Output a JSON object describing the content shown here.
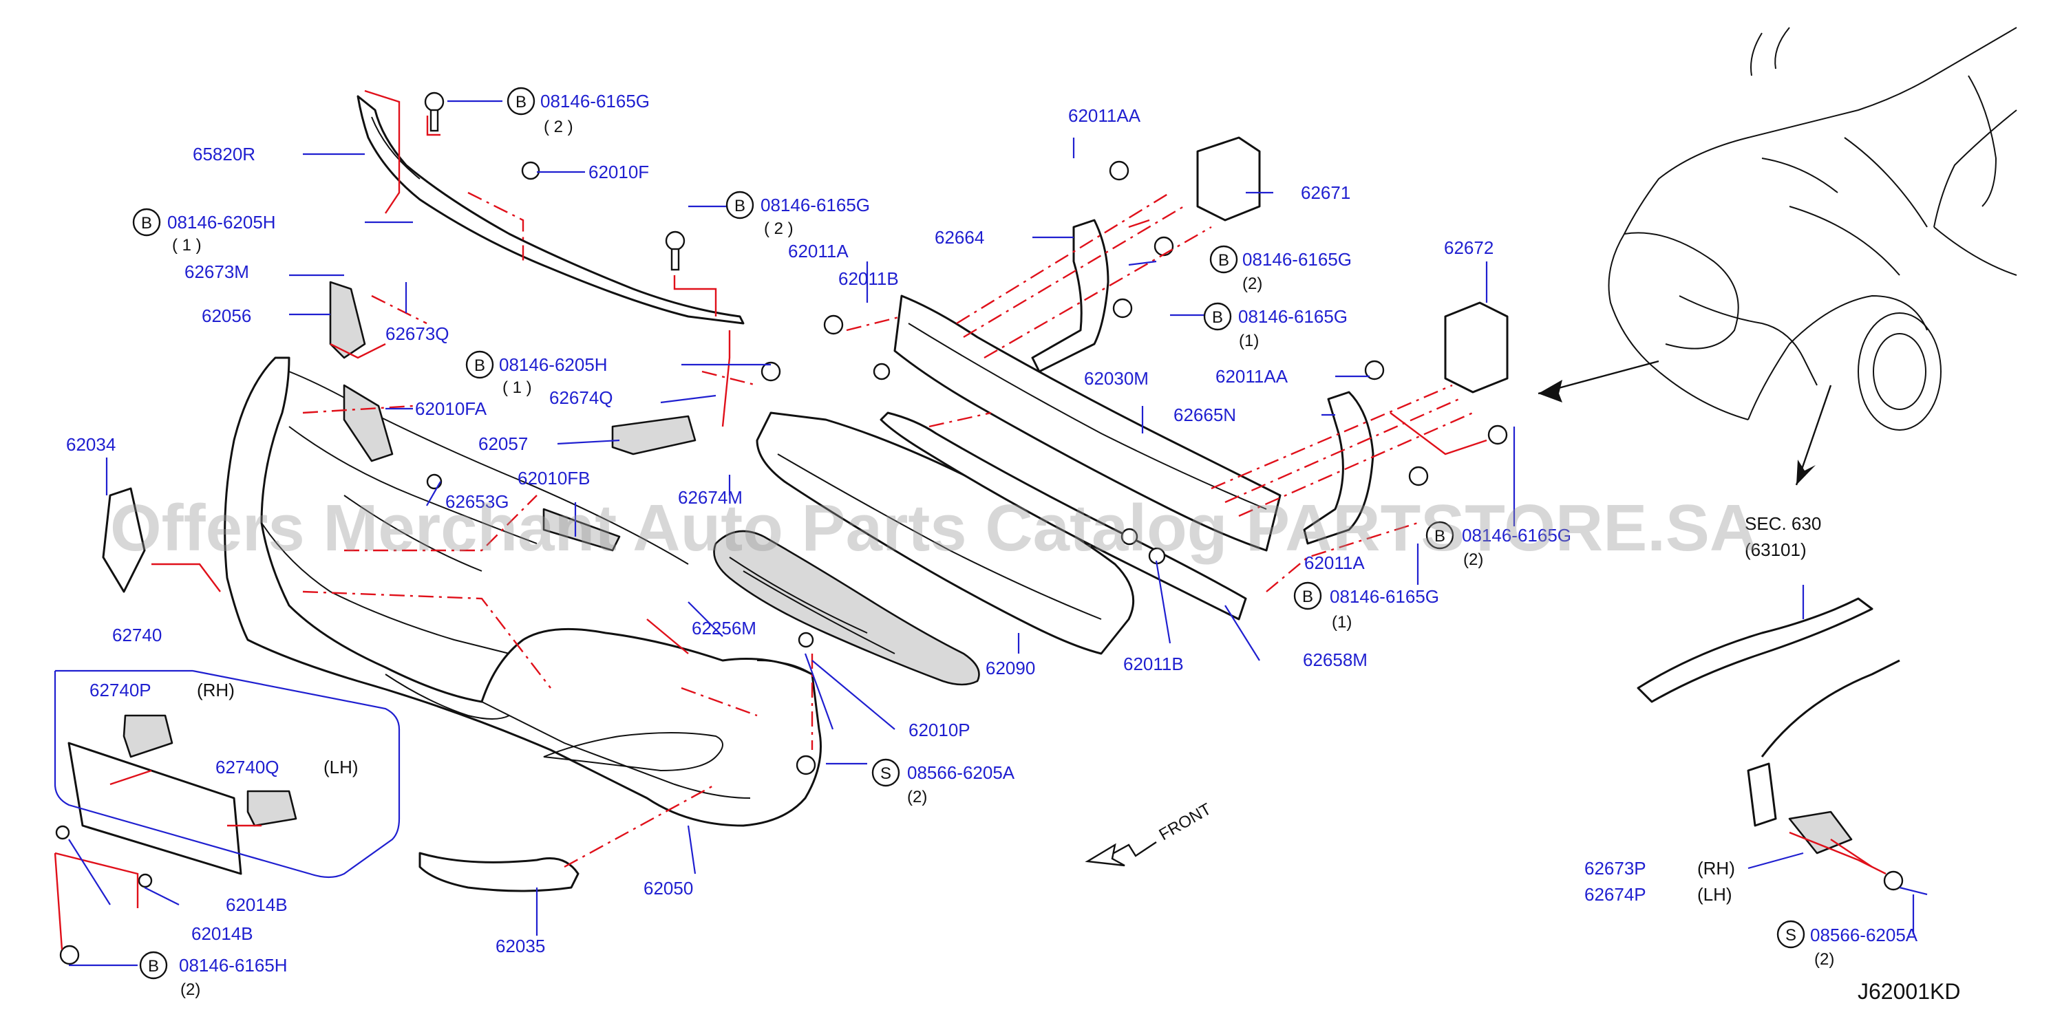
{
  "diagram_id": "J62001KD",
  "watermark": "Offers Merchant Auto Parts Catalog PARTSTORE.SA",
  "direction_label": "FRONT",
  "colors": {
    "part_number": "#1f1fd0",
    "leader": "#1f1fd0",
    "assembly_line": "#e0101a",
    "outline": "#111111"
  },
  "labels": {
    "p65820R": "65820R",
    "b1_pn": "08146-6165G",
    "b1_qty": "( 2 )",
    "p62010F": "62010F",
    "b2_pn": "08146-6165G",
    "b2_qty": "( 2 )",
    "b3_pn": "08146-6205H",
    "b3_qty": "( 1 )",
    "p62673M": "62673M",
    "p62056": "62056",
    "p62673Q": "62673Q",
    "b4_pn": "08146-6205H",
    "b4_qty": "( 1 )",
    "p62674Q": "62674Q",
    "p62010FA": "62010FA",
    "p62057": "62057",
    "p62034": "62034",
    "p62010FB": "62010FB",
    "p62653G": "62653G",
    "p62674M": "62674M",
    "p62256M": "62256M",
    "p62740": "62740",
    "p62740P": "62740P",
    "rh1": "(RH)",
    "p62740Q": "62740Q",
    "lh1": "(LH)",
    "p62014B_1": "62014B",
    "p62014B_2": "62014B",
    "b5_pn": "08146-6165H",
    "b5_qty": "(2)",
    "p62035": "62035",
    "p62050": "62050",
    "p62010P": "62010P",
    "s1_pn": "08566-6205A",
    "s1_qty": "(2)",
    "p62090": "62090",
    "p62011A_1": "62011A",
    "p62011B_1": "62011B",
    "p62664": "62664",
    "p62011AA_1": "62011AA",
    "p62671": "62671",
    "b6_pn": "08146-6165G",
    "b6_qty": "(2)",
    "b7_pn": "08146-6165G",
    "b7_qty": "(1)",
    "p62030M": "62030M",
    "p62672": "62672",
    "p62011AA_2": "62011AA",
    "p62665N": "62665N",
    "p62011A_2": "62011A",
    "b8_pn": "08146-6165G",
    "b8_qty": "(2)",
    "b9_pn": "08146-6165G",
    "b9_qty": "(1)",
    "p62011B_2": "62011B",
    "p62658M": "62658M",
    "sec_ref": "SEC. 630",
    "sec_ref_sub": "(63101)",
    "p62673P": "62673P",
    "rh2": "(RH)",
    "p62674P": "62674P",
    "lh2": "(LH)",
    "s2_pn": "08566-6205A",
    "s2_qty": "(2)"
  },
  "callout_letters": {
    "bolt": "B",
    "screw": "S"
  }
}
